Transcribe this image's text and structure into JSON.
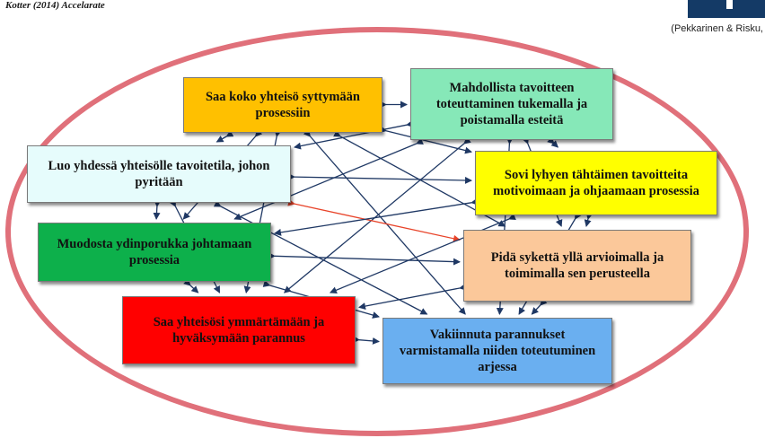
{
  "header": {
    "caption": "Kotter (2014) Accelarate",
    "citation": "(Pekkarinen & Risku,"
  },
  "diagram": {
    "boxes": [
      {
        "id": "b1",
        "label": "Saa koko yhteisö syttymään prosessiin",
        "color": "#ffc000"
      },
      {
        "id": "b2",
        "label": "Mahdollista tavoitteen toteuttaminen tukemalla ja poistamalla esteitä",
        "color": "#86e8b8"
      },
      {
        "id": "b3",
        "label": "Luo yhdessä yhteisölle tavoitetila, johon pyritään",
        "color": "#e6fcfc"
      },
      {
        "id": "b4",
        "label": "Sovi lyhyen tähtäimen tavoitteita motivoimaan ja ohjaamaan prosessia",
        "color": "#ffff00"
      },
      {
        "id": "b5",
        "label": "Muodosta ydinporukka johtamaan prosessia",
        "color": "#0db04b"
      },
      {
        "id": "b6",
        "label": "Pidä sykettä yllä arvioimalla ja toimimalla sen perusteella",
        "color": "#fbc89a"
      },
      {
        "id": "b7",
        "label": "Saa yhteisösi ymmärtämään ja hyväksymään parannus",
        "color": "#ff0000"
      },
      {
        "id": "b8",
        "label": "Vakiinnuta parannukset varmistamalla niiden toteutuminen arjessa",
        "color": "#6aaff0"
      }
    ],
    "connections": [
      [
        "b1",
        "b2"
      ],
      [
        "b1",
        "b3"
      ],
      [
        "b1",
        "b4"
      ],
      [
        "b1",
        "b5"
      ],
      [
        "b1",
        "b6"
      ],
      [
        "b1",
        "b7"
      ],
      [
        "b1",
        "b8"
      ],
      [
        "b2",
        "b3"
      ],
      [
        "b2",
        "b4"
      ],
      [
        "b2",
        "b5"
      ],
      [
        "b2",
        "b6"
      ],
      [
        "b2",
        "b7"
      ],
      [
        "b2",
        "b8"
      ],
      [
        "b3",
        "b4"
      ],
      [
        "b3",
        "b5"
      ],
      [
        "b3",
        "b6"
      ],
      [
        "b3",
        "b7"
      ],
      [
        "b3",
        "b8"
      ],
      [
        "b4",
        "b5"
      ],
      [
        "b4",
        "b6"
      ],
      [
        "b4",
        "b7"
      ],
      [
        "b4",
        "b8"
      ],
      [
        "b5",
        "b6"
      ],
      [
        "b5",
        "b7"
      ],
      [
        "b5",
        "b8"
      ],
      [
        "b6",
        "b7"
      ],
      [
        "b6",
        "b8"
      ],
      [
        "b7",
        "b8"
      ]
    ],
    "highlighted_connection": [
      "b3",
      "b6"
    ],
    "colors": {
      "arrow": "#1f3864",
      "highlight_arrow": "#e8442a",
      "ring": "#e0707a"
    }
  }
}
